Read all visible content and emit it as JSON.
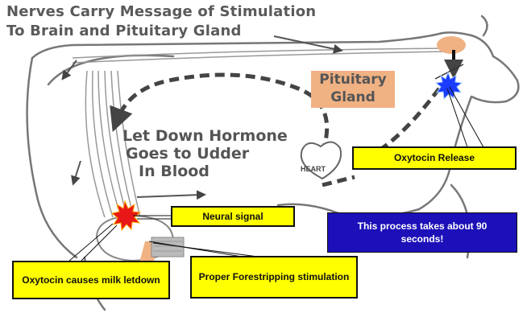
{
  "title": {
    "line1": "Nerves Carry Message of Stimulation",
    "line2": "To Brain and Pituitary Gland"
  },
  "pituitary_label": {
    "line1": "Pituitary",
    "line2": "Gland"
  },
  "hormone_text": {
    "line1": "Let Down Hormone",
    "line2": "Goes to Udder",
    "line3": "In Blood"
  },
  "heart_label": "HEART",
  "callouts": {
    "oxytocin_release": "Oxytocin Release",
    "neural_signal": "Neural signal",
    "milk_letdown": "Oxytocin causes milk letdown",
    "forestripping": "Proper Forestripping stimulation"
  },
  "info_box": "This process takes about 90 seconds!",
  "colors": {
    "callout_fill": "#ffff00",
    "info_fill": "#1c10b8",
    "pituitary_fill": "#f0b183",
    "starburst_red": "#e81818",
    "starburst_blue": "#1a3cff"
  }
}
